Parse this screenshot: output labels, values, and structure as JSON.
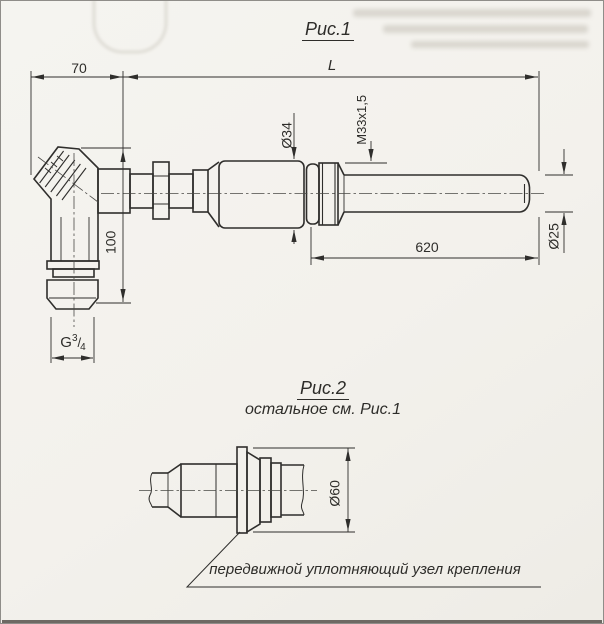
{
  "page": {
    "paper_color": "#f3f1ec",
    "ink_color": "#2e2d2a"
  },
  "figure1": {
    "title": "Рис.1",
    "dims": {
      "d70": "70",
      "dL": "L",
      "d34": "Ø34",
      "m33": "M33x1,5",
      "d100": "100",
      "d620": "620",
      "d25": "Ø25",
      "g_prefix": "G",
      "g_num": "3",
      "g_slash": "/",
      "g_den": "4"
    }
  },
  "figure2": {
    "title": "Рис.2",
    "subtitle": "остальное см. Рис.1",
    "dims": {
      "d60": "Ø60"
    },
    "callout": "передвижной уплотняющий узел крепления"
  }
}
